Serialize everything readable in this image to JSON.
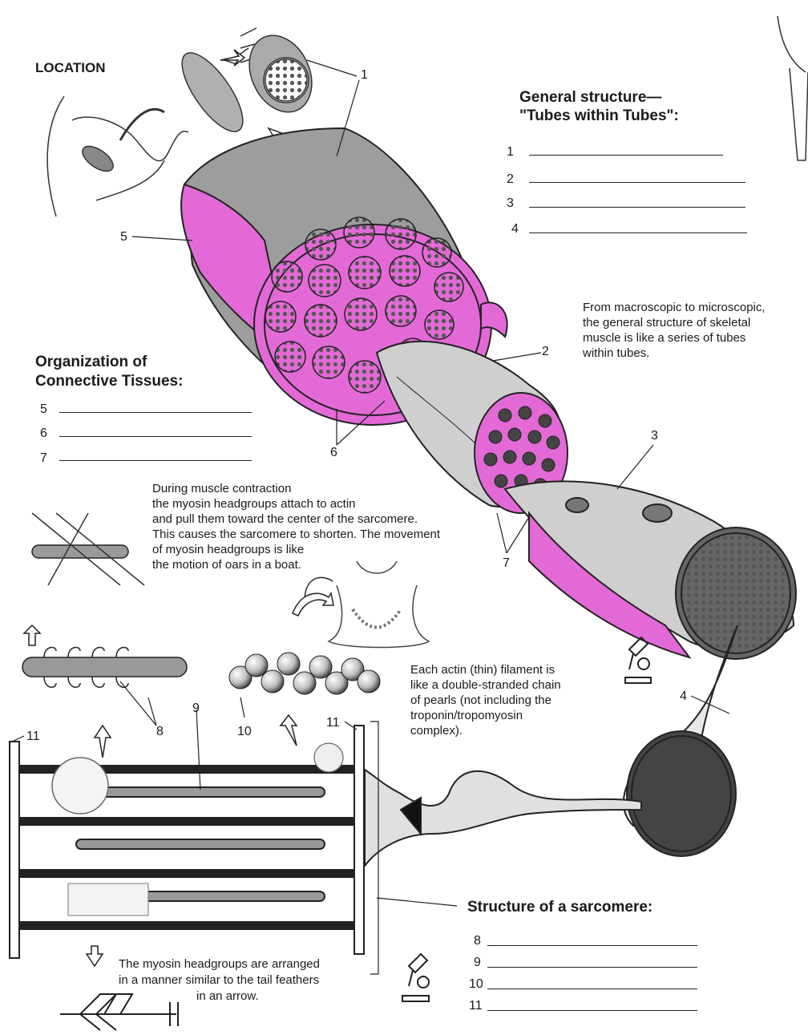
{
  "colors": {
    "connective": "#e36ad6",
    "muscle": "#9e9e9e",
    "fiber": "#bdbdbd",
    "outline": "#222222"
  },
  "location_heading": "LOCATION",
  "general": {
    "heading_line1": "General structure—",
    "heading_line2": "\"Tubes within Tubes\":",
    "blanks": [
      "1",
      "2",
      "3",
      "4"
    ],
    "note": "From macroscopic to microscopic,\nthe general structure of skeletal\nmuscle is like a series of tubes\nwithin tubes."
  },
  "organization": {
    "heading_line1": "Organization of",
    "heading_line2": "Connective Tissues:",
    "blanks": [
      "5",
      "6",
      "7"
    ]
  },
  "contraction_text": "During muscle contraction\nthe myosin headgroups attach to actin\nand pull them toward the center of the sarcomere.\nThis causes the sarcomere to shorten. The movement\nof myosin headgroups is like\nthe motion of oars in a boat.",
  "actin_text": "Each actin (thin) filament is\nlike a double-stranded chain\nof pearls (not including the\ntroponin/tropomyosin\ncomplex).",
  "arrow_text_line1": "The myosin headgroups are arranged",
  "arrow_text_line2": "in a manner similar to the tail feathers",
  "arrow_text_line3": "in an arrow.",
  "sarcomere": {
    "heading": "Structure of a sarcomere:",
    "blanks": [
      "8",
      "9",
      "10",
      "11"
    ]
  },
  "callouts": {
    "n1": "1",
    "n2": "2",
    "n3": "3",
    "n4": "4",
    "n5": "5",
    "n6": "6",
    "n7": "7",
    "n8": "8",
    "n9": "9",
    "n10": "10",
    "n11a": "11",
    "n11b": "11"
  }
}
